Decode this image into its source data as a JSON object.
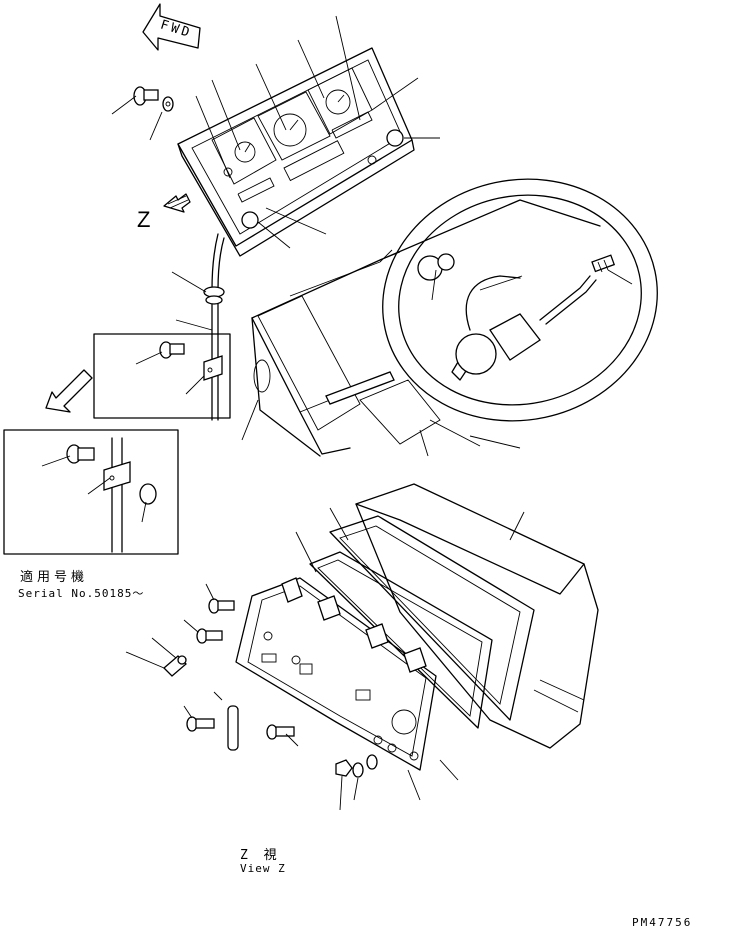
{
  "fwd_label": "FWD",
  "z_label": "Z",
  "inset": {
    "applicable_jp": "適用号機",
    "serial": "Serial No.50185～"
  },
  "view": {
    "jp": "Z 視",
    "en": "View Z"
  },
  "part_number": "PM47756"
}
